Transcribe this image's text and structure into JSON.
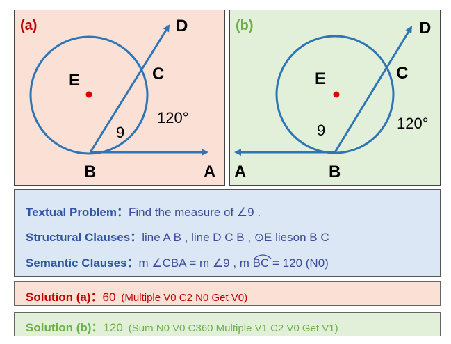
{
  "panel_a": {
    "tag": "(a)",
    "tag_color": "#c00000",
    "labels": {
      "D": "D",
      "C": "C",
      "E": "E",
      "B": "B",
      "A": "A",
      "angle": "9",
      "arc": "120°"
    }
  },
  "panel_b": {
    "tag": "(b)",
    "tag_color": "#6ab046",
    "labels": {
      "D": "D",
      "C": "C",
      "E": "E",
      "B": "B",
      "A": "A",
      "angle": "9",
      "arc": "120°"
    }
  },
  "colors": {
    "line": "#2e75b6",
    "center_dot": "#e00000"
  },
  "problem": {
    "textual_key": "Textual Problem：",
    "textual_text": "Find the measure of ∠9 .",
    "structural_key": "Structural Clauses：",
    "structural_text": "line A B , line D C B , ⊙E lieson B C",
    "semantic_key": "Semantic Clauses：",
    "semantic_part1": "m ∠CBA = m ∠9 , m ",
    "semantic_arc": "BC",
    "semantic_part2": " = 120 (N0)"
  },
  "solution_a": {
    "key": "Solution (a)：",
    "value": "60",
    "sequence": "(Multiple V0 C2 N0 Get V0)"
  },
  "solution_b": {
    "key": "Solution (b)：",
    "value": "120",
    "sequence": "(Sum N0 V0 C360 Multiple V1 C2 V0 Get V1)"
  }
}
